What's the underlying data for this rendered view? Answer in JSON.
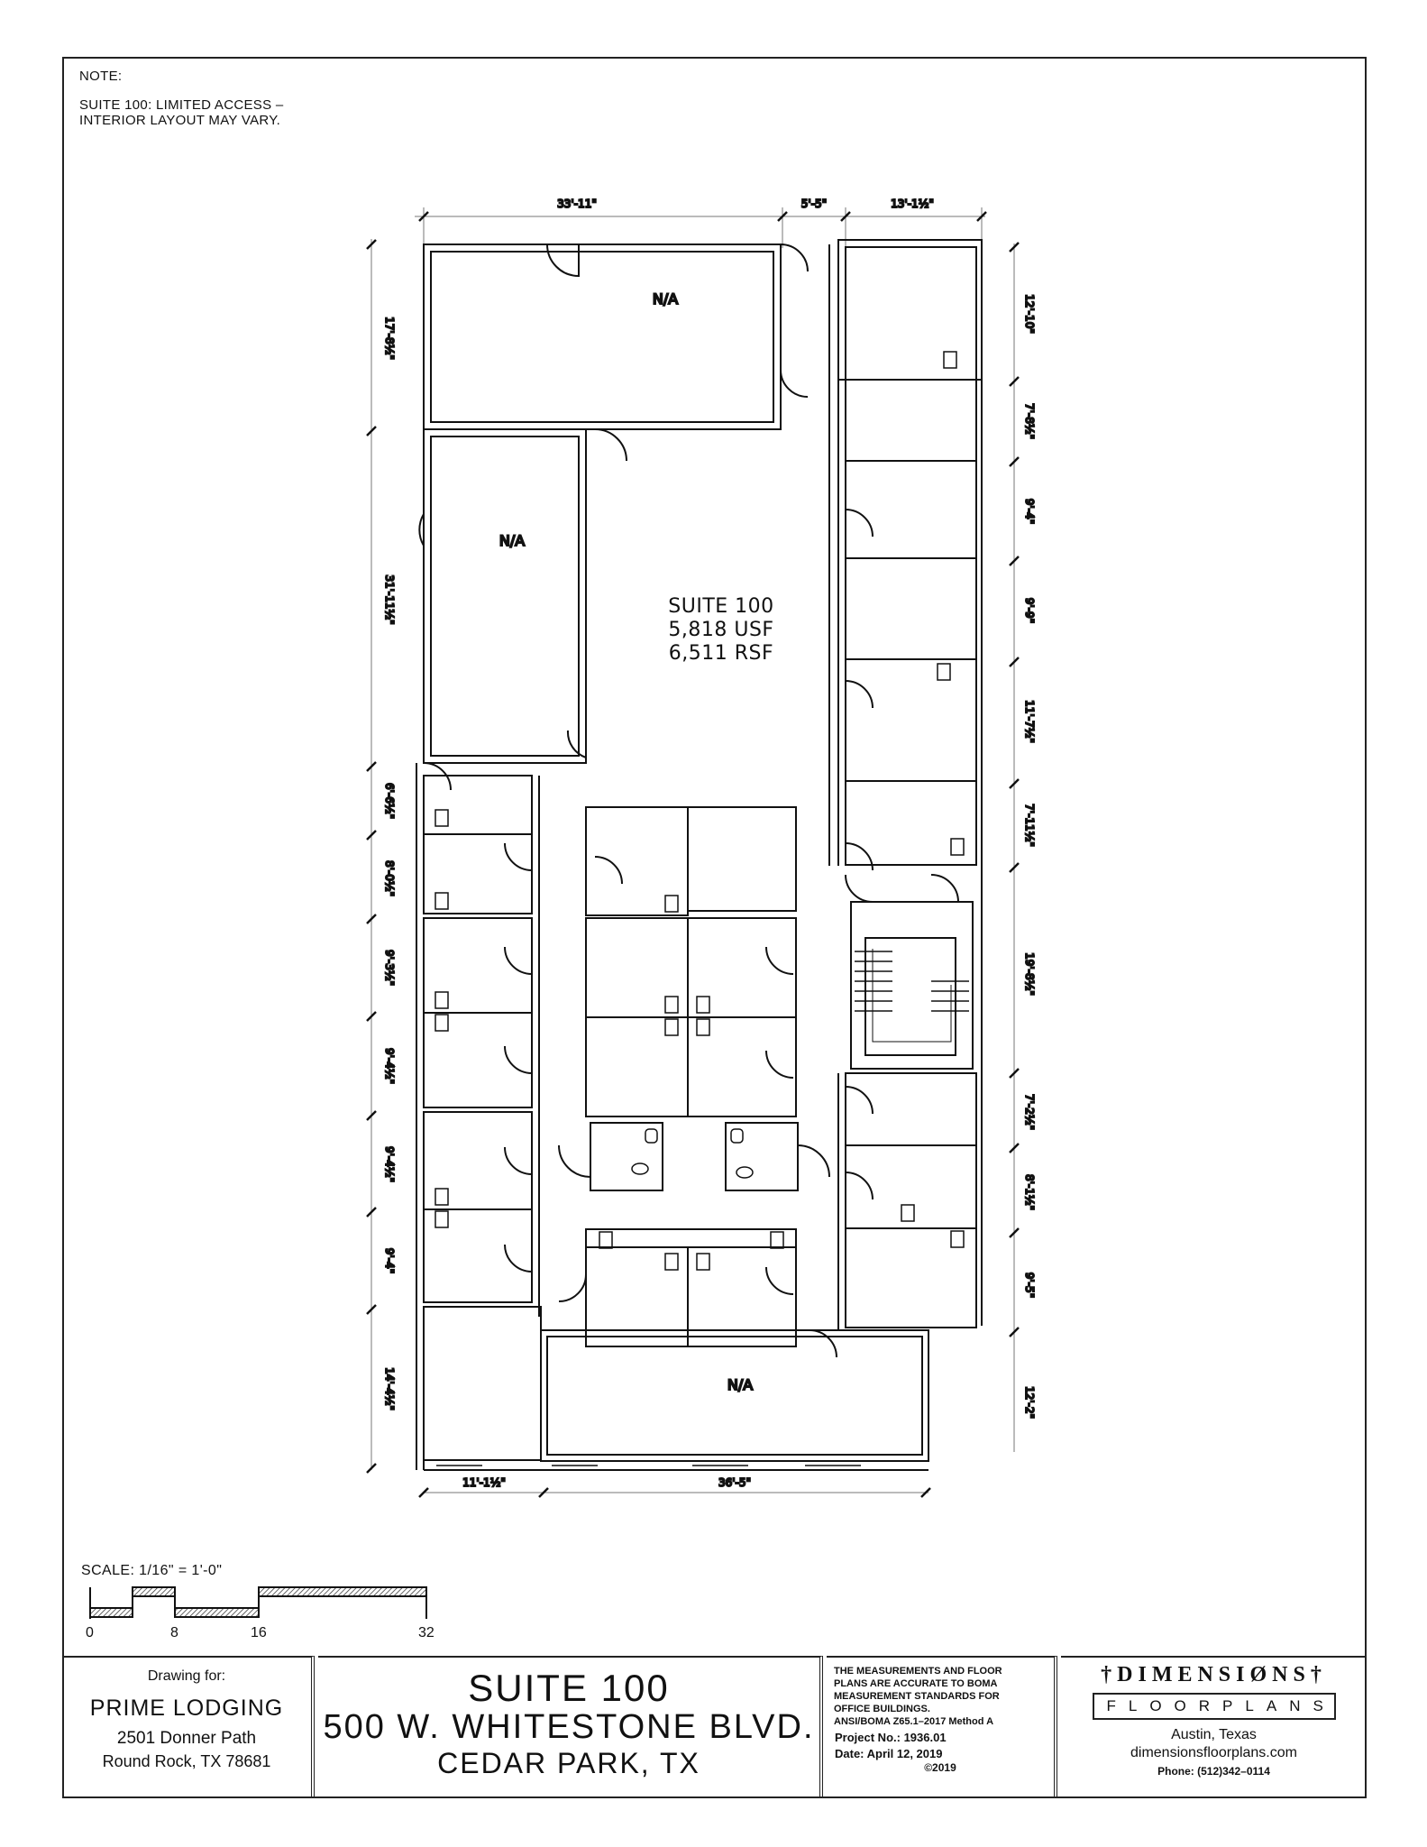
{
  "note": {
    "heading": "NOTE:",
    "line1": "SUITE 100: LIMITED ACCESS –",
    "line2": "INTERIOR LAYOUT MAY VARY."
  },
  "floorplan": {
    "suite_label": "SUITE 100",
    "usf": "5,818 USF",
    "rsf": "6,511 RSF",
    "rooms": {
      "na_top": "N/A",
      "na_left": "N/A",
      "na_bottom": "N/A"
    },
    "dimensions": {
      "top": [
        "33'-11\"",
        "5'-5\"",
        "13'-1½\""
      ],
      "bottom": [
        "11'-1½\"",
        "36'-5\""
      ],
      "left": [
        "17'-8½\"",
        "31'-11½\"",
        "6'-6½\"",
        "8'-0½\"",
        "9'-3½\"",
        "9'-4½\"",
        "9'-4½\"",
        "9'-4\"",
        "14'-4½\""
      ],
      "right": [
        "12'-10\"",
        "7'-8½\"",
        "9'-4\"",
        "9'-9\"",
        "11'-7½\"",
        "7'-11½\"",
        "19'-8½\"",
        "7'-2½\"",
        "8'-1½\"",
        "9'-5\"",
        "12'-2\""
      ]
    }
  },
  "scale": {
    "label": "SCALE: 1/16\" = 1'-0\"",
    "ticks": [
      "0",
      "8",
      "16",
      "32"
    ]
  },
  "title_block": {
    "client": {
      "caption": "Drawing for:",
      "name": "PRIME LODGING",
      "address1": "2501 Donner Path",
      "address2": "Round Rock, TX 78681"
    },
    "project": {
      "suite": "SUITE 100",
      "street": "500 W. WHITESTONE BLVD.",
      "city": "CEDAR PARK, TX"
    },
    "info": {
      "disclaimer1": "THE MEASUREMENTS AND FLOOR",
      "disclaimer2": "PLANS ARE ACCURATE TO BOMA",
      "disclaimer3": "MEASUREMENT STANDARDS FOR",
      "disclaimer4": "OFFICE BUILDINGS.",
      "standard": "ANSI/BOMA Z65.1–2017 Method A",
      "project_no": "Project No.:   1936.01",
      "date": "Date:  April 12, 2019",
      "copyright": "©2019"
    },
    "firm": {
      "logo_top": "†DIMENSIØNS†",
      "logo_bottom": "FLOORPLANS",
      "city": "Austin, Texas",
      "website": "dimensionsfloorplans.com",
      "phone": "Phone: (512)342–0114"
    }
  }
}
